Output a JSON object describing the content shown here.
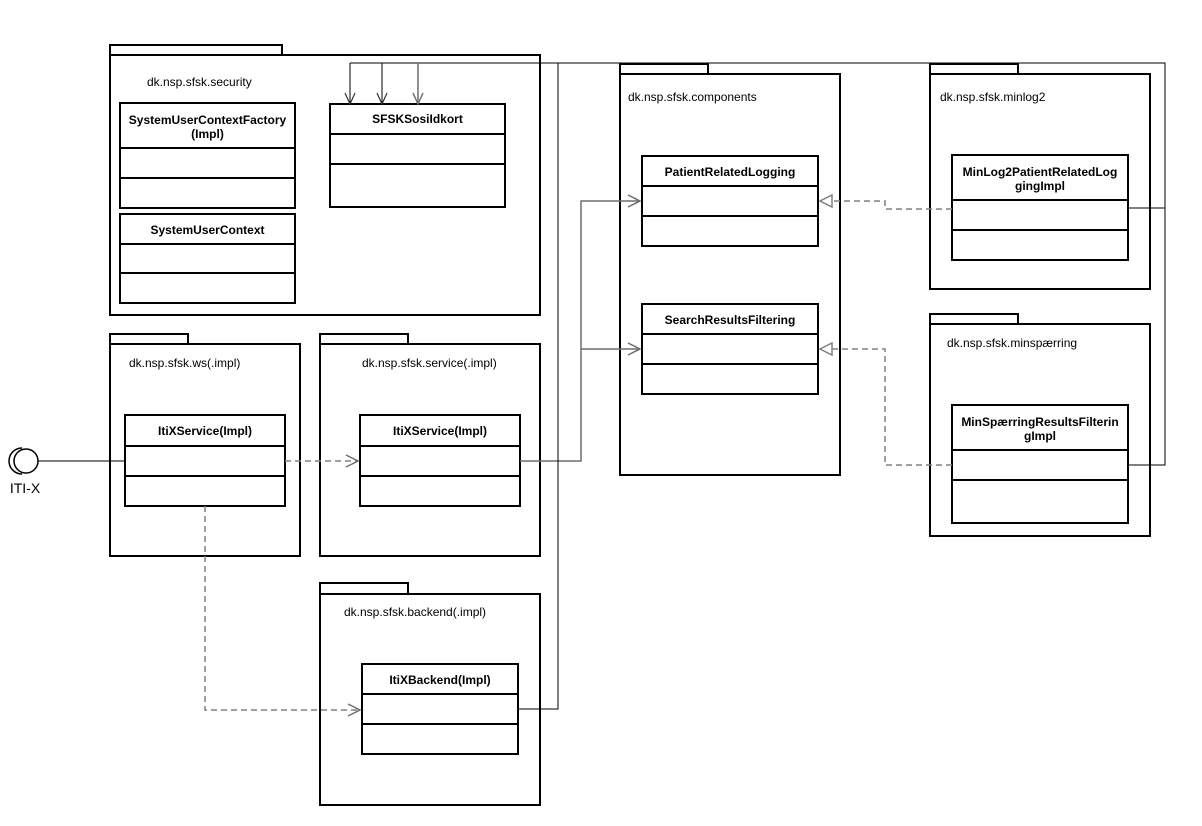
{
  "packages": {
    "security": "dk.nsp.sfsk.security",
    "components": "dk.nsp.sfsk.components",
    "minlog2": "dk.nsp.sfsk.minlog2",
    "minsparring": "dk.nsp.sfsk.minspærring",
    "ws": "dk.nsp.sfsk.ws(.impl)",
    "service": "dk.nsp.sfsk.service(.impl)",
    "backend": "dk.nsp.sfsk.backend(.impl)"
  },
  "classes": {
    "system_user_context_factory": [
      "SystemUserContextFactory",
      "(Impl)"
    ],
    "system_user_context": [
      "SystemUserContext"
    ],
    "sfsk_sosi_idkort": [
      "SFSKSosiIdkort"
    ],
    "patient_related_logging": [
      "PatientRelatedLogging"
    ],
    "search_results_filtering": [
      "SearchResultsFiltering"
    ],
    "minlog2_impl": [
      "MinLog2PatientRelatedLog",
      "gingImpl"
    ],
    "minsparring_impl": [
      "MinSpærringResultsFilterin",
      "gImpl"
    ],
    "ws_itix_service": [
      "ItiXService(Impl)"
    ],
    "service_itix_service": [
      "ItiXService(Impl)"
    ],
    "itix_backend": [
      "ItiXBackend(Impl)"
    ]
  },
  "interface": {
    "label": "ITI-X"
  },
  "colors": {
    "line": "#000000",
    "connector": "#6e6e6e",
    "dashed": "#808080",
    "background": "#ffffff"
  }
}
